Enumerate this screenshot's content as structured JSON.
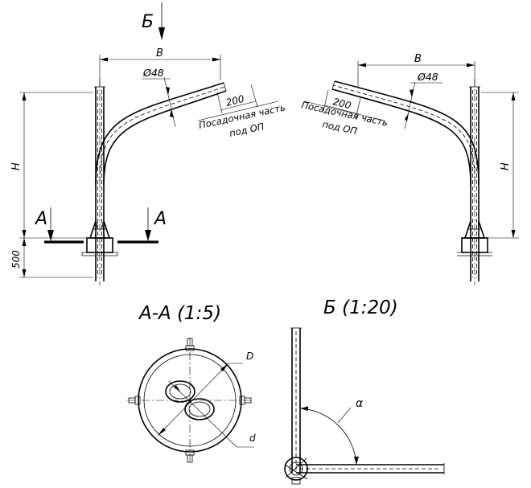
{
  "labels": {
    "view_b_marker": "Б",
    "section_a_left": "А",
    "section_a_right": "А",
    "dim_b_left": "В",
    "dim_b_right": "В",
    "dim_dia_left": "Ø48",
    "dim_dia_right": "Ø48",
    "dim_200_left": "200",
    "dim_200_right": "200",
    "seat_part_line1": "Посадочная часть",
    "seat_part_line2": "под ОП",
    "dim_h_left": "Н",
    "dim_h_right": "Н",
    "dim_500": "500",
    "section_title": "А-А (1:5)",
    "view_title": "Б (1:20)",
    "dim_d_outer": "D",
    "dim_d_inner": "d",
    "angle_label": "α"
  }
}
